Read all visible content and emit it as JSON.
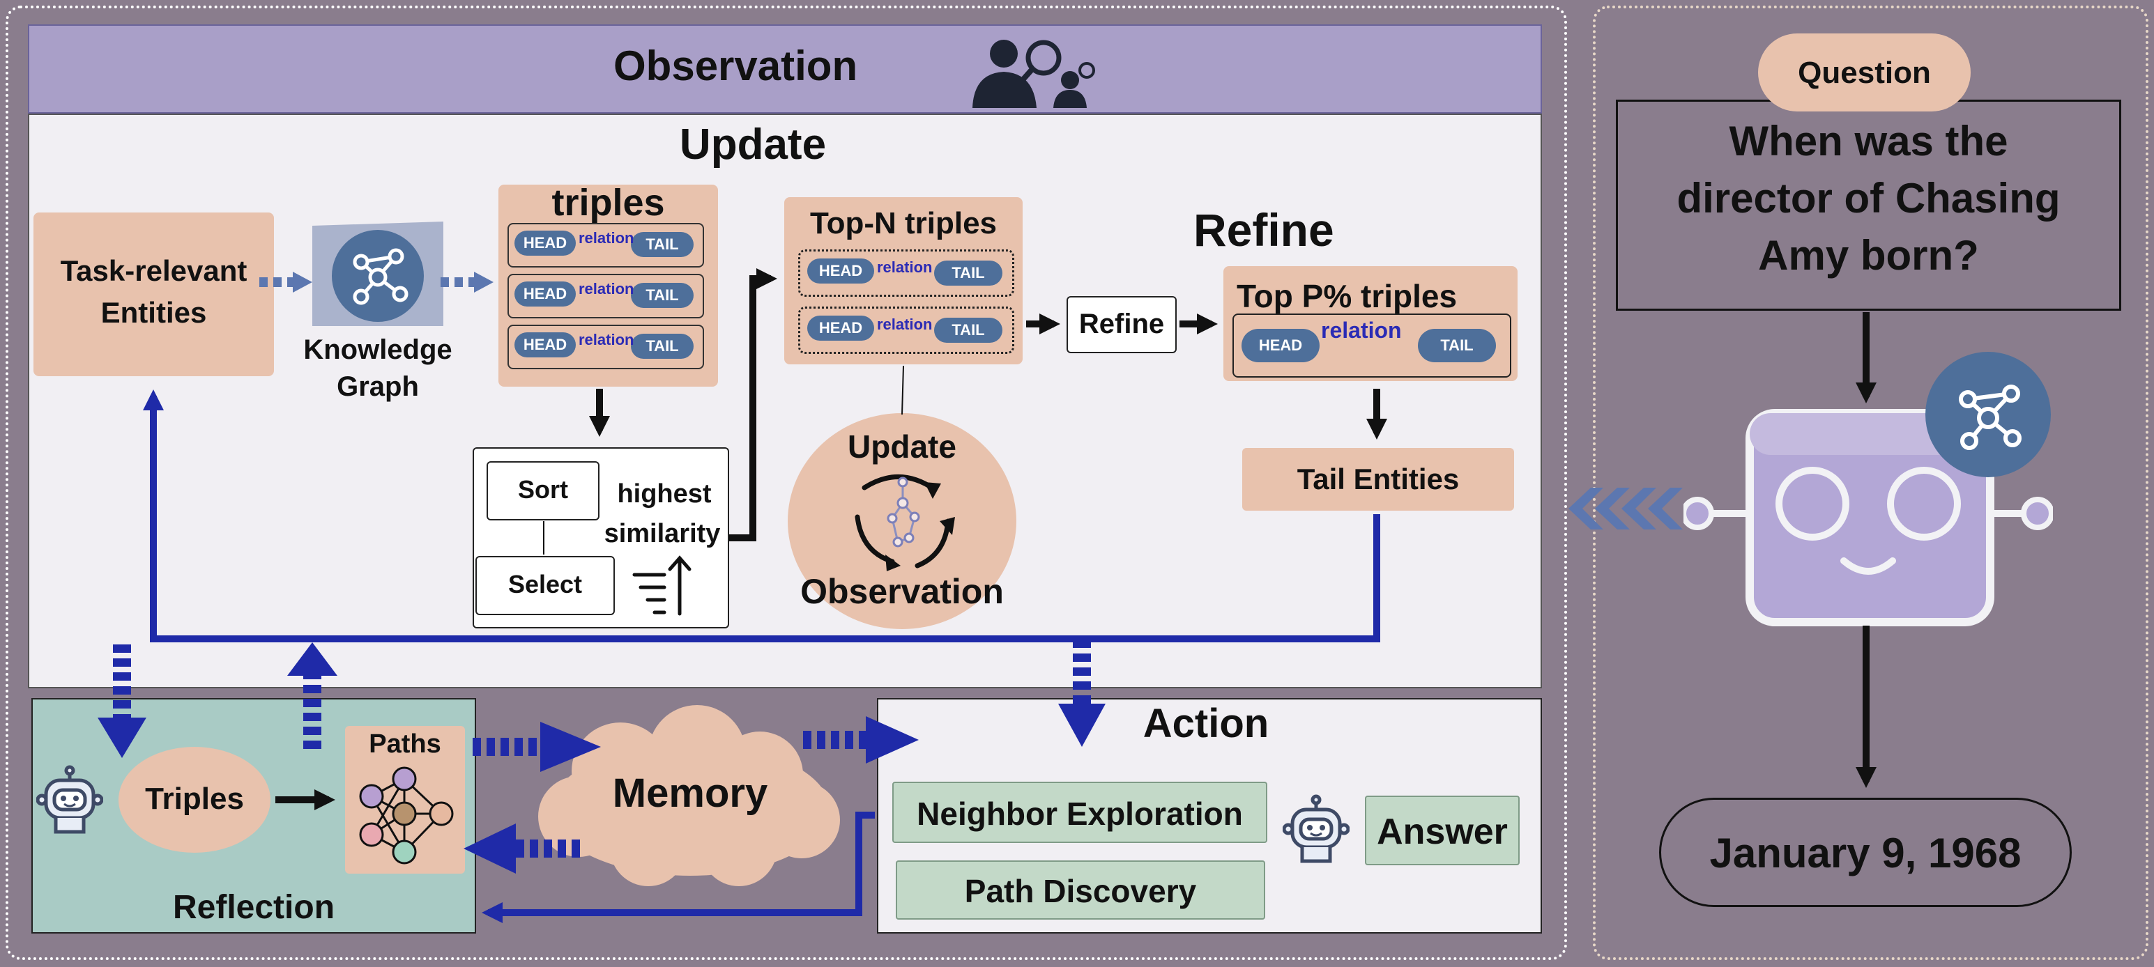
{
  "observation": {
    "title": "Observation"
  },
  "update": {
    "title": "Update",
    "task_entities": [
      "Task-relevant",
      "Entities"
    ],
    "kg_label": [
      "Knowledge",
      "Graph"
    ],
    "triples_title": "triples",
    "head": "HEAD",
    "relation": "relation",
    "tail": "TAIL",
    "sort": "Sort",
    "select": "Select",
    "highest_similarity": [
      "highest",
      "similarity"
    ],
    "topn_title": "Top-N triples",
    "cycle_top": "Update",
    "cycle_bottom": "Observation"
  },
  "refine": {
    "title": "Refine",
    "button": "Refine",
    "topp_title": "Top P% triples",
    "tail_entities": "Tail Entities"
  },
  "reflection": {
    "title": "Reflection",
    "triples": "Triples",
    "paths": "Paths"
  },
  "memory": {
    "label": "Memory"
  },
  "action": {
    "title": "Action",
    "neighbor": "Neighbor Exploration",
    "path": "Path Discovery",
    "answer": "Answer"
  },
  "question": {
    "badge": "Question",
    "text": [
      "When was the",
      "director of Chasing",
      "Amy born?"
    ],
    "answer": "January 9, 1968"
  },
  "colors": {
    "background": "#8a7d8d",
    "panel": "#f1eff3",
    "header": "#a99fc8",
    "peach": "#e8c2ad",
    "blue": "#1f2aa8",
    "pill": "#4e6f9a",
    "teal": "#a9cbc5",
    "green": "#c3d9c8",
    "robot": "#b3a7d6"
  }
}
